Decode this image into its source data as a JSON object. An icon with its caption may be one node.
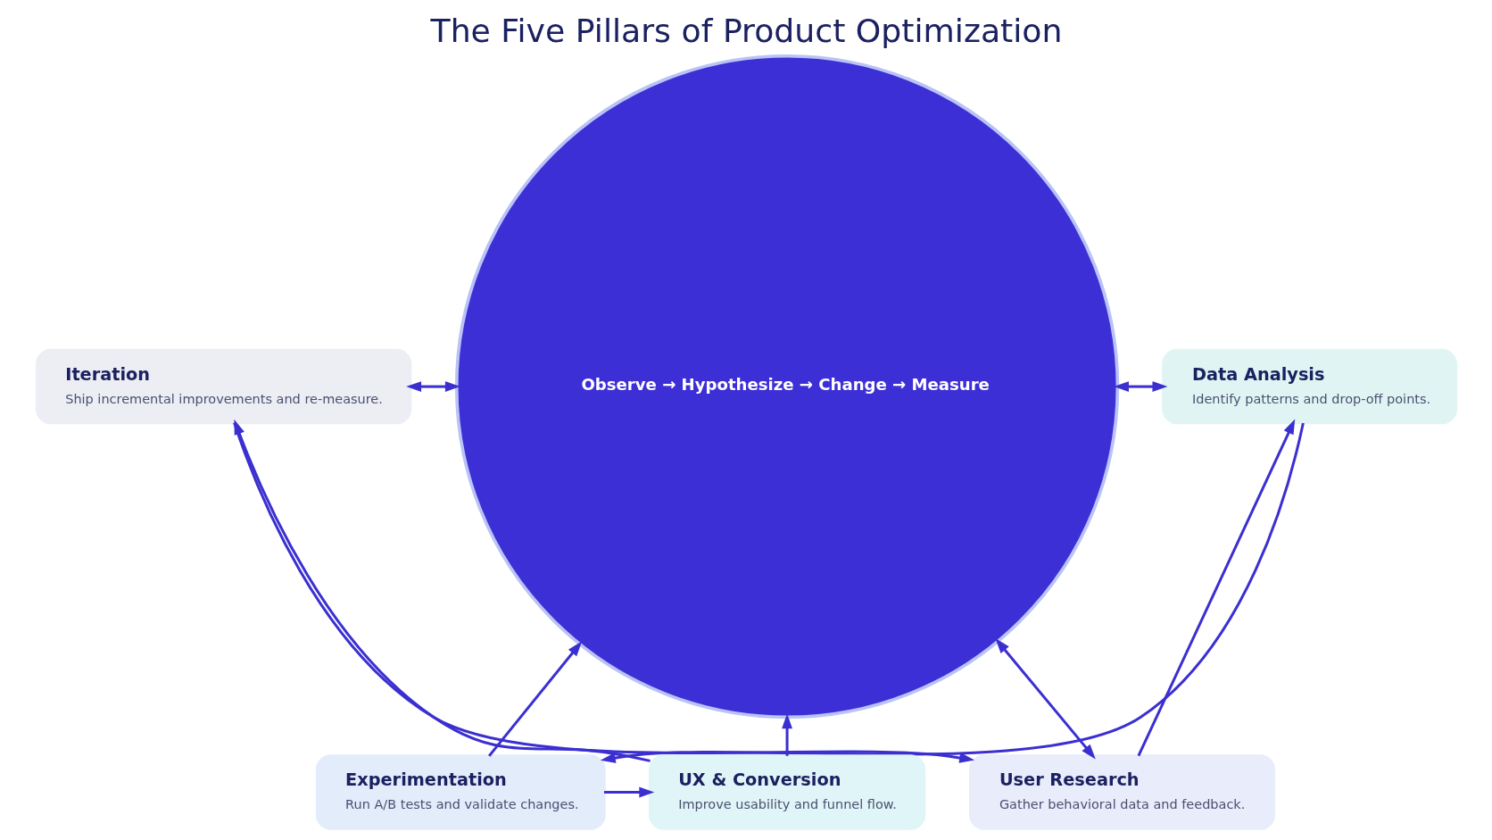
{
  "diagram": {
    "title": "The Five Pillars of Product Optimization",
    "nodes": [
      {
        "text": [
          "Observe → Hypothesize → Change → Measure"
        ]
      },
      {
        "text": [
          "User Research",
          "Gather behavioral data and feedback."
        ]
      },
      {
        "text": [
          "Data Analysis",
          "Identify patterns and drop-off points."
        ]
      },
      {
        "text": [
          "Experimentation",
          "Run A/B tests and validate changes."
        ]
      },
      {
        "text": [
          "UX & Conversion",
          "Improve usability and funnel flow."
        ]
      },
      {
        "text": [
          "Iteration",
          "Ship incremental improvements and re-measure."
        ]
      }
    ],
    "edges": [
      {
        "from": 1,
        "to": 2,
        "arrow": "to"
      },
      {
        "from": 2,
        "to": 3,
        "arrow": "to"
      },
      {
        "from": 3,
        "to": 4,
        "arrow": "to"
      },
      {
        "from": 4,
        "to": 5,
        "arrow": "to"
      },
      {
        "from": 5,
        "to": 1,
        "arrow": "to"
      },
      {
        "from": 1,
        "to": 0,
        "arrow": "both"
      },
      {
        "from": 5,
        "to": 0,
        "arrow": "both"
      },
      {
        "from": 0,
        "to": 2,
        "arrow": "both"
      },
      {
        "from": 4,
        "to": 0,
        "arrow": "to"
      },
      {
        "from": 3,
        "to": 0,
        "arrow": "to"
      }
    ]
  }
}
